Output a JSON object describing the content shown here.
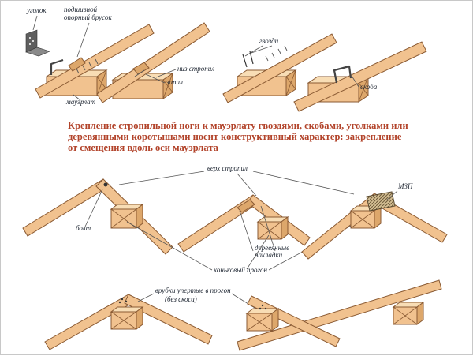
{
  "colors": {
    "background": "#ffffff",
    "beam_fill": "#f1c28f",
    "beam_top": "#f8ddb5",
    "beam_end": "#dda76b",
    "outline": "#8a5a33",
    "line": "#555555",
    "label_text": "#1c2430",
    "caption_text": "#b2432a",
    "bracket": "#5f5f5f"
  },
  "top_row": {
    "diagram1": {
      "labels": {
        "ugolok": "уголок",
        "podshivnoy_line1": "подшивной",
        "podshivnoy_line2": "опорный брусок",
        "mauerlat": "мауэрлат"
      }
    },
    "diagram2": {
      "labels": {
        "niz_stropil": "низ стропил",
        "zapil": "запил"
      }
    },
    "diagram3": {
      "labels": {
        "gvozdi": "гвозди"
      }
    },
    "diagram4": {
      "labels": {
        "skoba": "скоба"
      }
    }
  },
  "caption": {
    "line1": "Крепление стропильной ноги к мауэрлату гвоздями, скобами, уголками или",
    "line2": "деревянными коротышами носит конструктивный характер: закрепление",
    "line3": "от смещения вдоль оси мауэрлата"
  },
  "middle_row": {
    "verkh_stropil": "верх стропил",
    "bolt": "болт",
    "mzp": "МЗП",
    "nakladki_line1": "деревянные",
    "nakladki_line2": "накладки",
    "konkovy_progon": "коньковый прогон"
  },
  "bottom_row": {
    "vrubki_line1": "врубки упертые в прогон",
    "vrubki_line2": "(без скоса)"
  }
}
